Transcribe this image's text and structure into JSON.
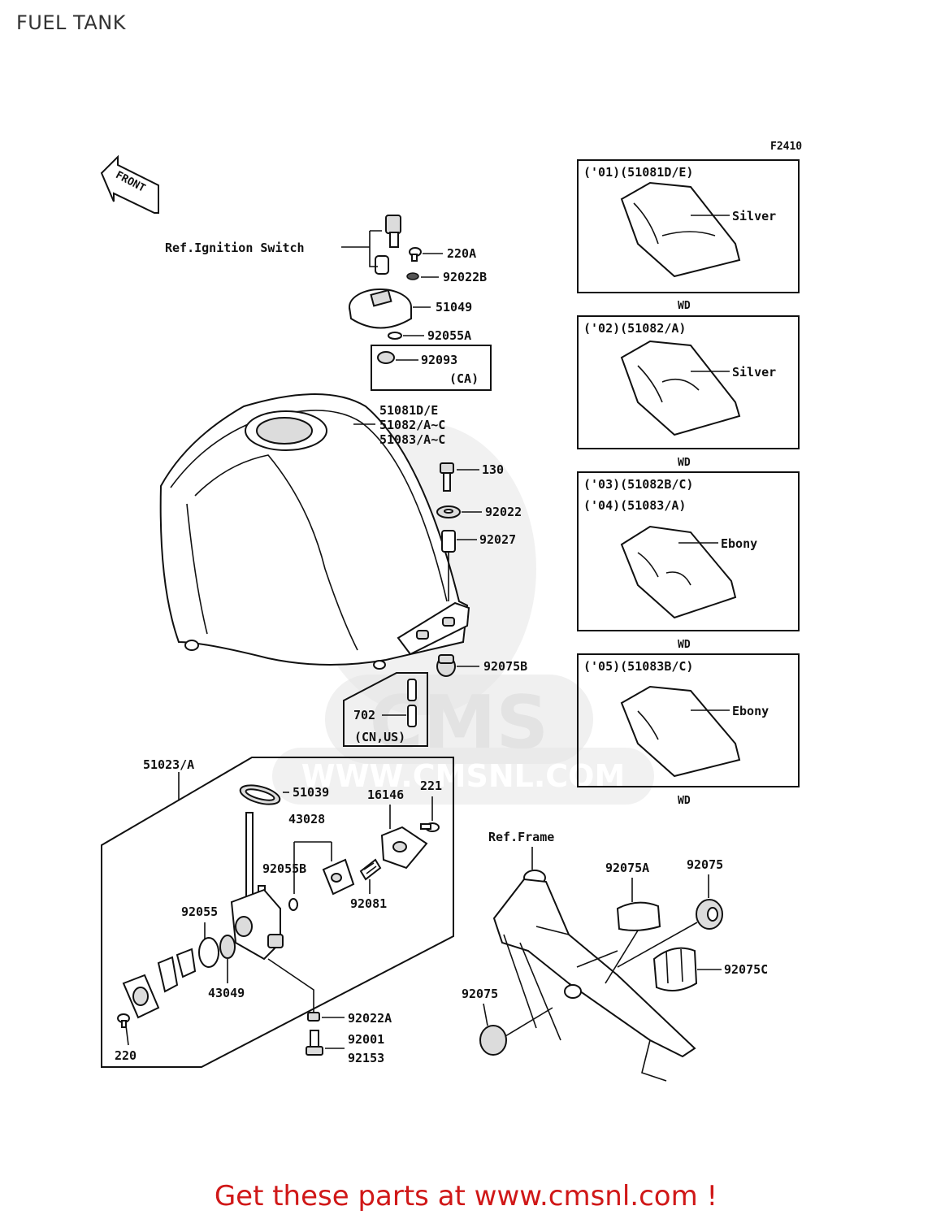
{
  "page": {
    "title": "FUEL TANK"
  },
  "figure_code": "F2410",
  "front_label": "FRONT",
  "labels": {
    "ignition": "Ref.Ignition Switch",
    "p220A": "220A",
    "p92022B": "92022B",
    "p51049": "51049",
    "p92055A": "92055A",
    "p92093": "92093",
    "ca": "(CA)",
    "tank1": "51081D/E",
    "tank2": "51082/A~C",
    "tank3": "51083/A~C",
    "p130": "130",
    "p92022": "92022",
    "p92027": "92027",
    "p92075B": "92075B",
    "p702": "702",
    "cnus": "(CN,US)",
    "p51023A": "51023/A",
    "p51039": "51039",
    "p16146": "16146",
    "p221": "221",
    "p43028": "43028",
    "p92055B": "92055B",
    "p92081": "92081",
    "p92055": "92055",
    "p43049": "43049",
    "p92022A": "92022A",
    "p92001": "92001",
    "p92153": "92153",
    "p220": "220",
    "frame": "Ref.Frame",
    "p92075A": "92075A",
    "p92075_top": "92075",
    "p92075C": "92075C",
    "p92075_left": "92075"
  },
  "variants": [
    {
      "line1": "('01)(51081D/E)",
      "line2": "",
      "color": "Silver",
      "code": "WD"
    },
    {
      "line1": "('02)(51082/A)",
      "line2": "",
      "color": "Silver",
      "code": "WD"
    },
    {
      "line1": "('03)(51082B/C)",
      "line2": "('04)(51083/A)",
      "color": "Ebony",
      "code": "WD"
    },
    {
      "line1": "('05)(51083B/C)",
      "line2": "",
      "color": "Ebony",
      "code": "WD"
    }
  ],
  "watermark": {
    "text": "CMS",
    "url": "WWW.CMSNL.COM"
  },
  "footer": {
    "text": "Get these parts at www.cmsnl.com !"
  },
  "colors": {
    "footer": "#d01818",
    "ink": "#111111",
    "watermark": "#e3e3e3"
  }
}
